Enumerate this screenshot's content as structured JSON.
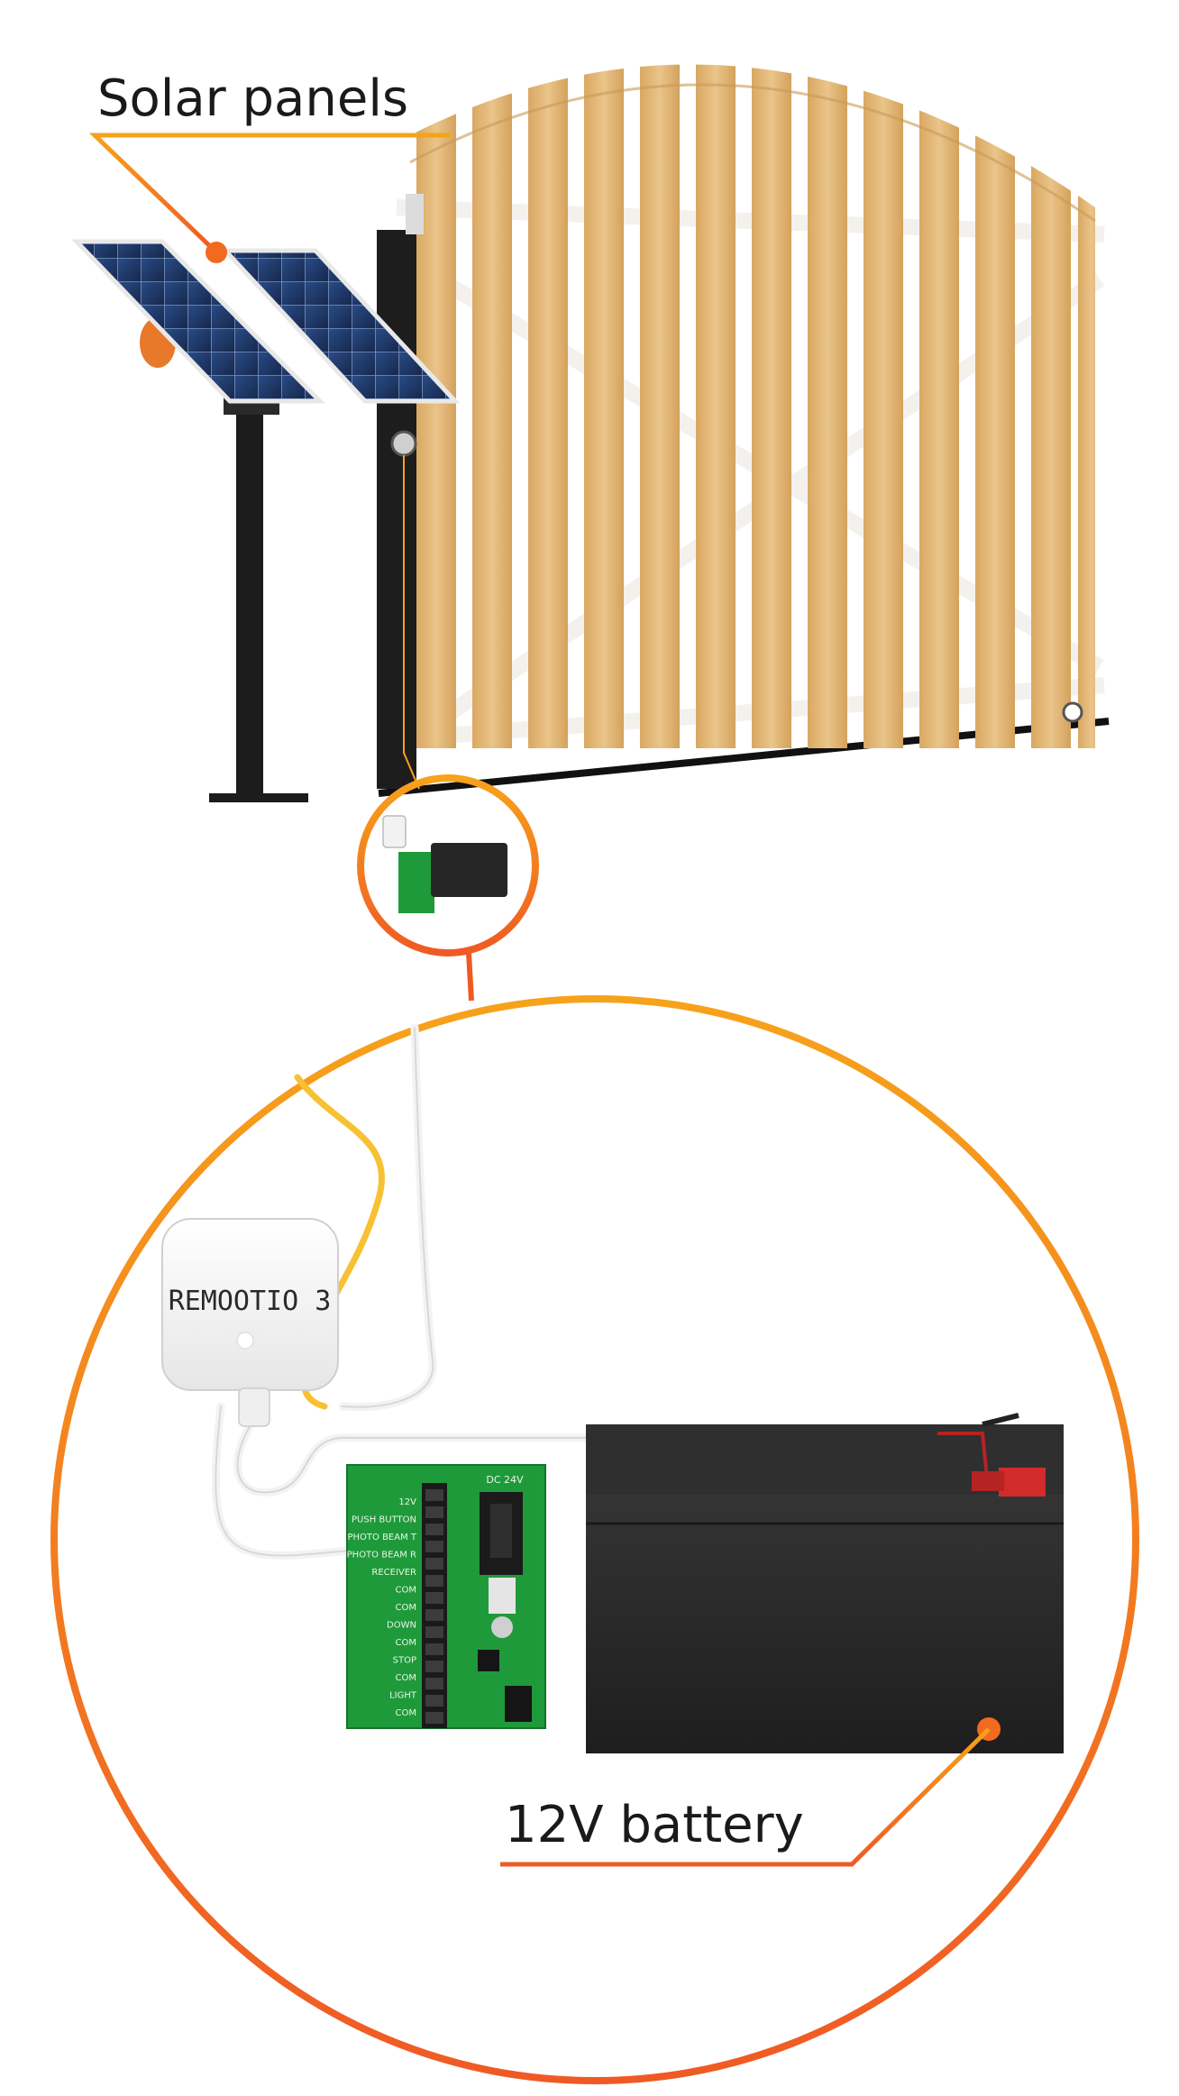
{
  "labels": {
    "solar_panels": "Solar panels",
    "battery": "12V battery",
    "device_name": "REMOOTIO 3"
  },
  "board_terminals": [
    "12V",
    "PUSH BUTTON",
    "PHOTO BEAM T",
    "PHOTO BEAM R",
    "RECEIVER",
    "COM",
    "COM",
    "DOWN",
    "COM",
    "STOP",
    "COM",
    "LIGHT",
    "COM"
  ],
  "board_header": "DC 24V",
  "colors": {
    "accent_orange": "#f26a1f",
    "accent_orange_light": "#f7a21b",
    "wood": "#e3b877",
    "wood_dark": "#c99a55",
    "board_green": "#1f9a3a",
    "battery_black": "#2a2a2a",
    "battery_red": "#d22b2b",
    "panel_blue": "#1f3a66"
  },
  "icons": [
    "solar-panel-icon",
    "gate-icon",
    "battery-icon",
    "controller-board-icon",
    "remootio-device-icon"
  ]
}
